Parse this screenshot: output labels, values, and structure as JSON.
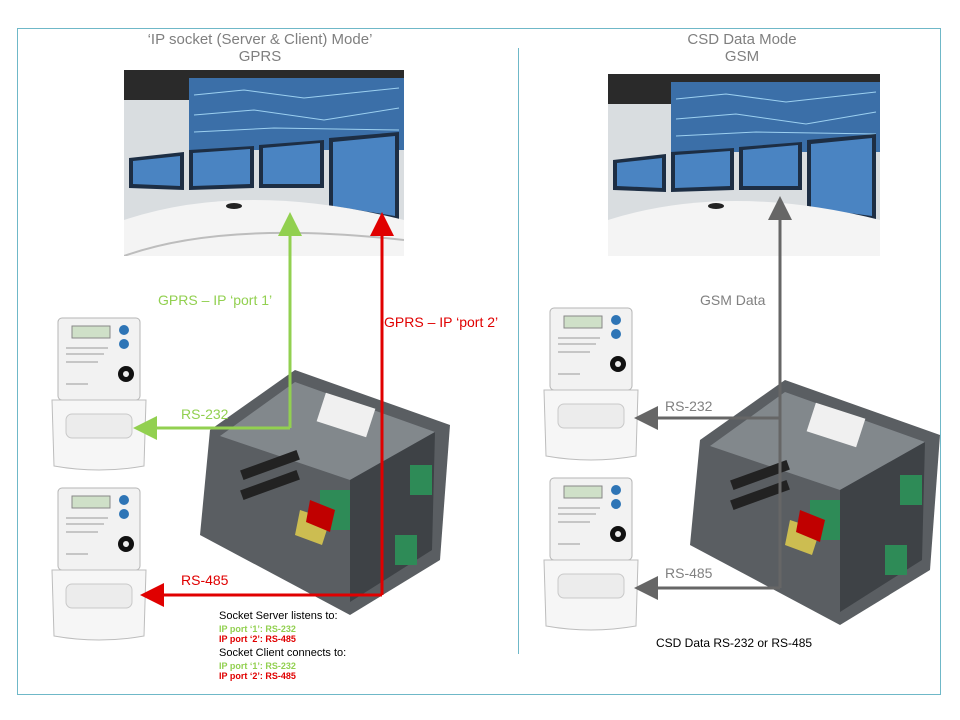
{
  "left_panel": {
    "title_line1": "‘IP socket (Server & Client) Mode’",
    "title_line2": "GPRS",
    "link_port1": "GPRS – IP  ‘port 1’",
    "link_port2": "GPRS – IP  ‘port 2’",
    "rs232": "RS-232",
    "rs485": "RS-485",
    "server_heading": "Socket Server  listens to:",
    "server_port1_label": "IP port ‘1’:",
    "server_port1_value": "RS-232",
    "server_port2_label": "IP port ‘2’:",
    "server_port2_value": "RS-485",
    "client_heading": "Socket Client  connects  to:",
    "client_port1_label": "IP port ‘1’:",
    "client_port1_value": "RS-232",
    "client_port2_label": "IP port ‘2’:",
    "client_port2_value": "RS-485"
  },
  "right_panel": {
    "title_line1": "CSD Data Mode",
    "title_line2": "GSM",
    "link": "GSM Data",
    "rs232": "RS-232",
    "rs485": "RS-485",
    "footer": "CSD Data RS-232  or RS-485"
  },
  "colors": {
    "port1": "#92d050",
    "port2": "#e00000",
    "gsm": "#666666",
    "frame": "#6fb8c8"
  }
}
